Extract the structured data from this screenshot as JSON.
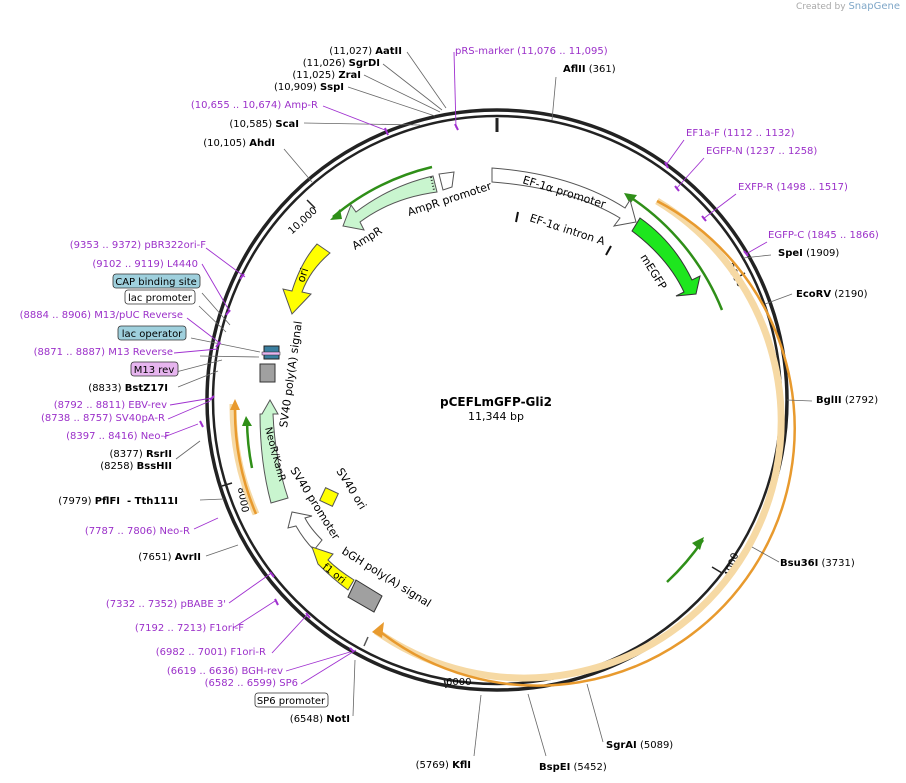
{
  "credit": {
    "prefix": "Created by",
    "brand": "SnapGene"
  },
  "plasmid": {
    "name": "pCEFLmGFP-Gli2",
    "size": "11,344 bp"
  },
  "ticks": [
    "2000",
    "4000",
    "6000",
    "8000",
    "10,000"
  ],
  "features": {
    "ef1a_promoter": "EF-1α promoter",
    "ef1a_intron": "EF-1α intron A",
    "megfp": "mEGFP",
    "ampr_promoter": "AmpR promoter",
    "ampr": "AmpR",
    "ori": "ori",
    "sv40_polya": "SV40 poly(A) signal",
    "neor": "NeoR/KanR",
    "sv40_promoter": "SV40 promoter",
    "sv40_ori": "SV40 ori",
    "f1_ori": "f1 ori",
    "bgh_polya": "bGH poly(A) signal"
  },
  "left_labels": [
    {
      "pos": "(11,027)",
      "name": "AatII",
      "kind": "enzyme"
    },
    {
      "pos": "(11,026)",
      "name": "SgrDI",
      "kind": "enzyme"
    },
    {
      "pos": "(11,025)",
      "name": "ZraI",
      "kind": "enzyme"
    },
    {
      "pos": "(10,909)",
      "name": "SspI",
      "kind": "enzyme"
    },
    {
      "pos": "(10,655 .. 10,674)",
      "name": "Amp-R",
      "kind": "primer"
    },
    {
      "pos": "(10,585)",
      "name": "ScaI",
      "kind": "enzyme"
    },
    {
      "pos": "(10,105)",
      "name": "AhdI",
      "kind": "enzyme"
    },
    {
      "pos": "(9353 .. 9372)",
      "name": "pBR322ori-F",
      "kind": "primer"
    },
    {
      "pos": "(9102 .. 9119)",
      "name": "L4440",
      "kind": "primer"
    },
    {
      "pos": "(8884 .. 8906)",
      "name": "M13/pUC Reverse",
      "kind": "primer"
    },
    {
      "pos": "(8871 .. 8887)",
      "name": "M13 Reverse",
      "kind": "primer"
    },
    {
      "pos": "(8833)",
      "name": "BstZ17I",
      "kind": "enzyme"
    },
    {
      "pos": "(8792 .. 8811)",
      "name": "EBV-rev",
      "kind": "primer"
    },
    {
      "pos": "(8738 .. 8757)",
      "name": "SV40pA-R",
      "kind": "primer"
    },
    {
      "pos": "(8397 .. 8416)",
      "name": "Neo-F",
      "kind": "primer"
    },
    {
      "pos": "(8377)",
      "name": "RsrII",
      "kind": "enzyme"
    },
    {
      "pos": "(8258)",
      "name": "BssHII",
      "kind": "enzyme"
    },
    {
      "pos": "(7979)",
      "name": "PflFI",
      "kind": "enzyme"
    },
    {
      "pos": "",
      "name": "- Tth111I",
      "kind": "enzyme"
    },
    {
      "pos": "(7787 .. 7806)",
      "name": "Neo-R",
      "kind": "primer"
    },
    {
      "pos": "(7651)",
      "name": "AvrII",
      "kind": "enzyme"
    },
    {
      "pos": "(7332 .. 7352)",
      "name": "pBABE 3'",
      "kind": "primer"
    },
    {
      "pos": "(7192 .. 7213)",
      "name": "F1ori-F",
      "kind": "primer"
    },
    {
      "pos": "(6982 .. 7001)",
      "name": "F1ori-R",
      "kind": "primer"
    },
    {
      "pos": "(6619 .. 6636)",
      "name": "BGH-rev",
      "kind": "primer"
    },
    {
      "pos": "(6582 .. 6599)",
      "name": "SP6",
      "kind": "primer"
    },
    {
      "pos": "(6548)",
      "name": "NotI",
      "kind": "enzyme"
    },
    {
      "pos": "(5769)",
      "name": "KflI",
      "kind": "enzyme"
    }
  ],
  "right_labels": [
    {
      "name": "pRS-marker",
      "pos": "(11,076 .. 11,095)",
      "kind": "primer"
    },
    {
      "name": "AflII",
      "pos": "(361)",
      "kind": "enzyme"
    },
    {
      "name": "EF1a-F",
      "pos": "(1112 .. 1132)",
      "kind": "primer"
    },
    {
      "name": "EGFP-N",
      "pos": "(1237 .. 1258)",
      "kind": "primer"
    },
    {
      "name": "EXFP-R",
      "pos": "(1498 .. 1517)",
      "kind": "primer"
    },
    {
      "name": "EGFP-C",
      "pos": "(1845 .. 1866)",
      "kind": "primer"
    },
    {
      "name": "SpeI",
      "pos": "(1909)",
      "kind": "enzyme"
    },
    {
      "name": "EcoRV",
      "pos": "(2190)",
      "kind": "enzyme"
    },
    {
      "name": "BglII",
      "pos": "(2792)",
      "kind": "enzyme"
    },
    {
      "name": "Bsu36I",
      "pos": "(3731)",
      "kind": "enzyme"
    },
    {
      "name": "SgrAI",
      "pos": "(5089)",
      "kind": "enzyme"
    },
    {
      "name": "BspEI",
      "pos": "(5452)",
      "kind": "enzyme"
    }
  ],
  "boxed_labels": {
    "cap": "CAP binding site",
    "lac_promoter": "lac promoter",
    "lac_operator": "lac operator",
    "m13_rev": "M13 rev",
    "sp6_promoter": "SP6 promoter"
  },
  "colors": {
    "backbone": "#222222",
    "enzyme_text": "#000000",
    "primer_text": "#9b30c9",
    "primer_mark": "#a030d0",
    "megfp_fill": "#1ee61e",
    "orange_orf": "#e89a2e",
    "orange_glow": "#f6d9a4",
    "green_primer_arrow": "#2f8f18",
    "ori_fill": "#ffff00",
    "ampr_fill": "#c9f5cf",
    "promoter_fill": "#ffffff",
    "polya_fill": "#a0a0a0",
    "cap_box": "#9fd0dd",
    "m13_box": "#e7b5ef"
  }
}
